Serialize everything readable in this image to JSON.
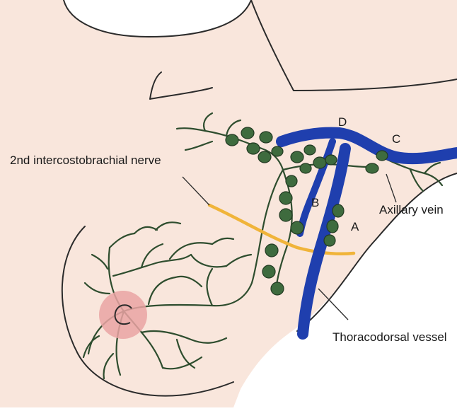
{
  "labels": {
    "nerve": "2nd intercostobrachial nerve",
    "axillary_vein": "Axillary vein",
    "thoracodorsal_vessel": "Thoracodorsal vessel",
    "level_a": "A",
    "level_b": "B",
    "level_c": "C",
    "level_d": "D"
  },
  "colors": {
    "skin": "#f9e6dc",
    "outline": "#2b2b2b",
    "vessel": "#1f3fae",
    "nerve": "#f0b43a",
    "node": "#3e6b3e",
    "lymph": "#2e4d2e",
    "areola": "#eaa3a3",
    "nipple": "#d98d8d"
  }
}
